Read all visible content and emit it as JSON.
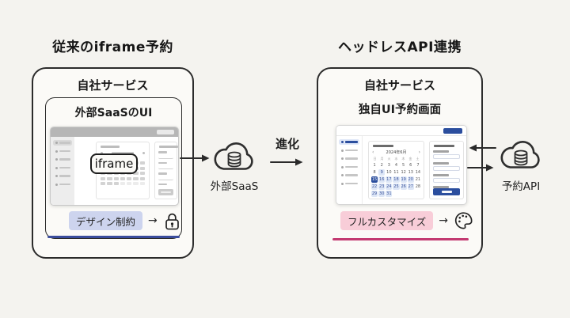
{
  "page": {
    "bg": "#f4f3ef"
  },
  "left": {
    "title": "従来のiframe予約",
    "box_label": "自社サービス",
    "inner_label": "外部SaaSのUI",
    "iframe_label": "iframe",
    "badge": "デザイン制約",
    "arrow_glyph": "→",
    "badge_bg": "#cdd4ee",
    "underline_color": "#3a4c9c",
    "mockup": {
      "sidebar_items": 6,
      "calendar_cells": 35,
      "calendar_days": 31,
      "form_fields": 4
    }
  },
  "middle": {
    "saas_cloud_label": "外部SaaS",
    "evolution_label": "進化"
  },
  "right": {
    "title": "ヘッドレスAPI連携",
    "box_label": "自社サービス",
    "screen_label": "独自UI予約画面",
    "badge": "フルカスタマイズ",
    "arrow_glyph": "→",
    "badge_bg": "#f8cdd8",
    "underline_color": "#c33a71",
    "cloud_label": "予約API",
    "mockup": {
      "accent": "#2b4e9e",
      "sidebar_items": 6,
      "calendar": {
        "month_label": "2024年6月",
        "prev_glyph": "‹",
        "next_glyph": "›",
        "weekdays": [
          "日",
          "月",
          "火",
          "水",
          "木",
          "金",
          "土"
        ],
        "rows": [
          [
            1,
            2,
            3,
            4,
            5,
            6,
            7
          ],
          [
            8,
            9,
            10,
            11,
            12,
            13,
            14
          ],
          [
            15,
            16,
            17,
            18,
            19,
            20,
            21
          ],
          [
            22,
            23,
            24,
            25,
            26,
            27,
            28
          ],
          [
            29,
            30,
            31,
            null,
            null,
            null,
            null
          ]
        ],
        "selected_day": 15,
        "available_days": [
          9,
          16,
          17,
          18,
          19,
          20,
          22,
          23,
          24,
          25,
          26,
          27,
          29,
          30,
          31
        ]
      },
      "form_fields": 4
    }
  }
}
